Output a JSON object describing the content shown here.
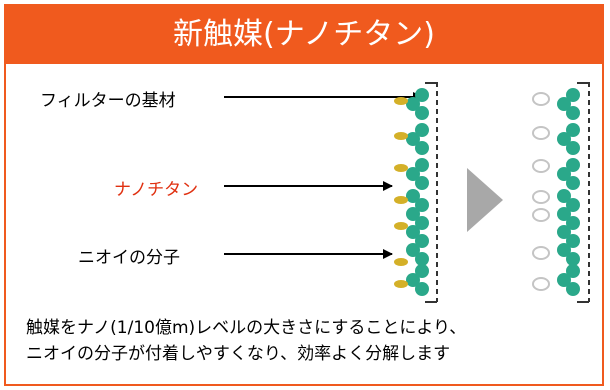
{
  "header": {
    "title": "新触媒(ナノチタン)"
  },
  "labels": {
    "filter_base": "フィルターの基材",
    "nano_titan": "ナノチタン",
    "odor_molecule": "ニオイの分子"
  },
  "caption": {
    "line1": "触媒をナノ(1/10億m)レベルの大きさにすることにより、",
    "line2": "ニオイの分子が付着しやすくなり、効率よく分解します"
  },
  "colors": {
    "accent": "#f05a1e",
    "accent_text": "#e03010",
    "catalyst": "#2aa88a",
    "odor_yellow": "#d4b028",
    "decomposed": "#c4c4c4",
    "process_arrow": "#a8a8a8"
  },
  "icons": {
    "process_arrow": "right-triangle"
  }
}
